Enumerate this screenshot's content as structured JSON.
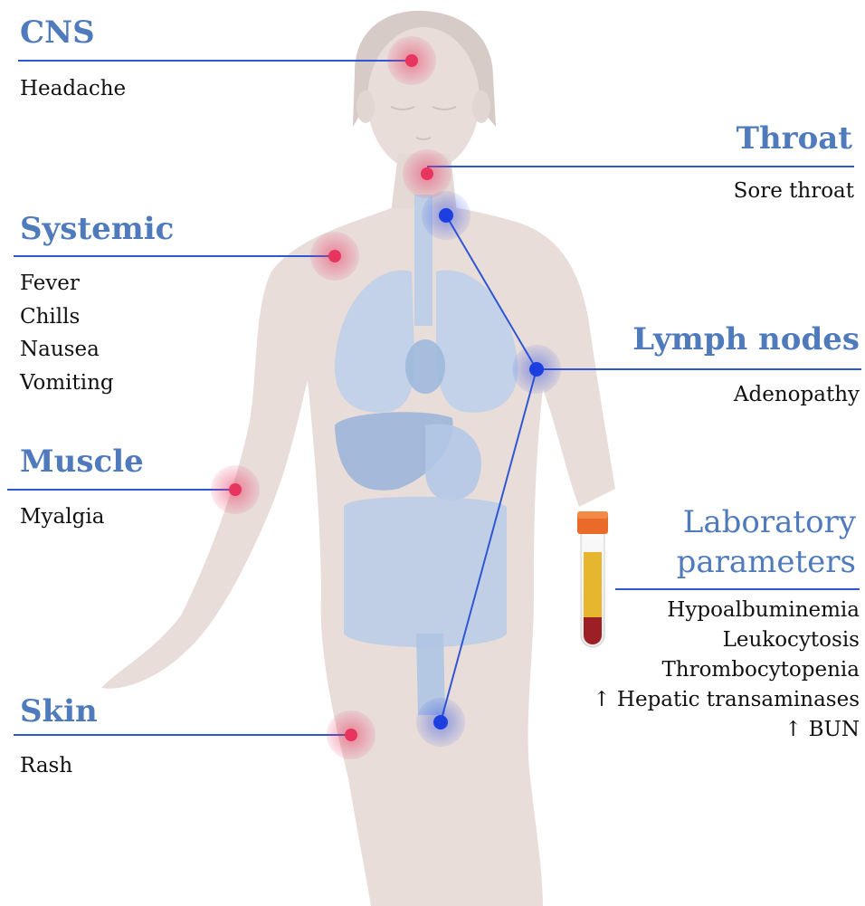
{
  "colors": {
    "heading": "#4f7bbd",
    "leader_line": "#2f57d4",
    "symptom_marker": "#e8355f",
    "lymph_marker": "#1d3fe0",
    "body_silhouette": "#e8ddd9",
    "organs": "#b9cde8",
    "text": "#111111"
  },
  "sections": {
    "cns": {
      "heading": "CNS",
      "items": [
        "Headache"
      ]
    },
    "throat": {
      "heading": "Throat",
      "items": [
        "Sore throat"
      ]
    },
    "systemic": {
      "heading": "Systemic",
      "items": [
        "Fever",
        "Chills",
        "Nausea",
        "Vomiting"
      ]
    },
    "lymph": {
      "heading": "Lymph nodes",
      "items": [
        "Adenopathy"
      ]
    },
    "muscle": {
      "heading": "Muscle",
      "items": [
        "Myalgia"
      ]
    },
    "lab": {
      "heading_line1": "Laboratory",
      "heading_line2": "parameters",
      "items": [
        "Hypoalbuminemia",
        "Leukocytosis",
        "Thrombocytopenia",
        "↑ Hepatic transaminases",
        "↑ BUN"
      ]
    },
    "skin": {
      "heading": "Skin",
      "items": [
        "Rash"
      ]
    }
  },
  "icons": [
    "human-body-illustration",
    "blood-tube-icon"
  ]
}
